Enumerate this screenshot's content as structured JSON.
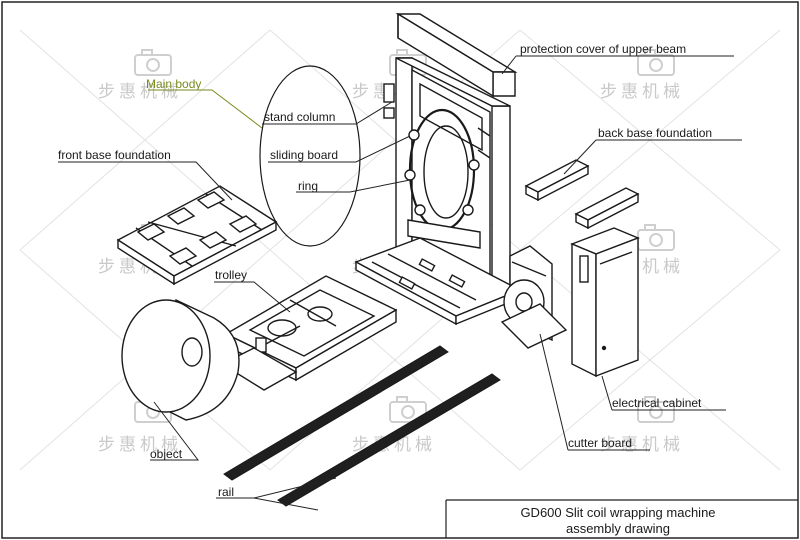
{
  "labels": {
    "main_body": "Main body",
    "stand_column": "stand column",
    "sliding_board": "sliding board",
    "ring": "ring",
    "front_base_foundation": "front base foundation",
    "protection_cover": "protection cover of upper beam",
    "back_base_foundation": "back base foundation",
    "trolley": "trolley",
    "object": "object",
    "rail": "rail",
    "electrical_cabinet": "electrical cabinet",
    "cutter_board": "cutter board"
  },
  "title_block": {
    "line1": "GD600 Slit coil wrapping machine",
    "line2": "assembly drawing"
  },
  "watermark": {
    "text": "步惠机械",
    "icon": "camera-icon"
  },
  "colors": {
    "line": "#1a1a1a",
    "leader": "#222222",
    "main_body_label": "#7a8a1e",
    "watermark": "#c9c9c9"
  }
}
